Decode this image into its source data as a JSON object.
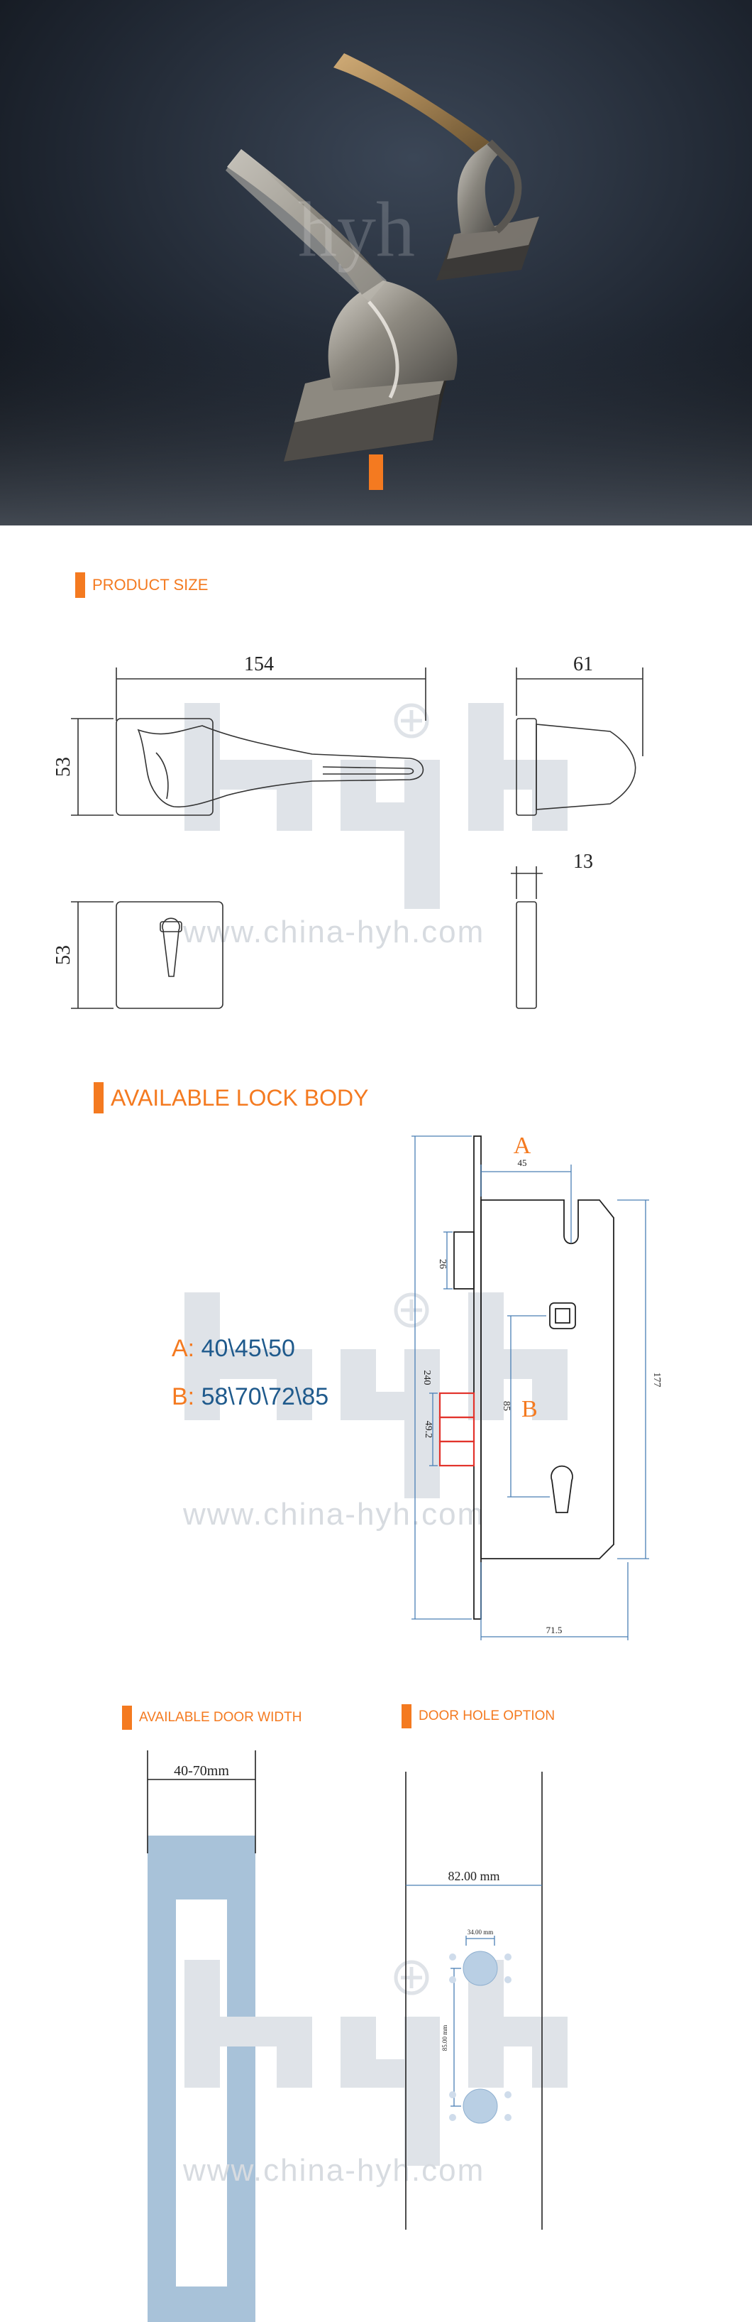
{
  "hero": {
    "watermark": "hyh",
    "description": "two lever door handles on square rose"
  },
  "colors": {
    "accent": "#f47a20",
    "blue_text": "#1f5a8c",
    "door_blue": "#a8c2d9"
  },
  "product_size": {
    "label": "PRODUCT SIZE",
    "dims": {
      "length": "154",
      "height": "53",
      "depth": "61",
      "rose_thickness": "13",
      "rose_height": "53"
    },
    "watermark_url": "www.china-hyh.com"
  },
  "lock_body": {
    "label": "AVAILABLE LOCK BODY",
    "spec_a_key": "A:",
    "spec_a_val": "40\\45\\50",
    "spec_b_key": "B:",
    "spec_b_val": "58\\70\\72\\85",
    "marker_a": "A",
    "marker_b": "B",
    "dims": {
      "backset": "45",
      "latch": "26",
      "faceplate": "240",
      "center": "85",
      "deadbolt": "49.2",
      "body_height": "177",
      "body_width": "71.5"
    },
    "watermark_url": "www.china-hyh.com"
  },
  "door_width": {
    "label": "AVAILABLE DOOR WIDTH",
    "range": "40-70mm"
  },
  "door_hole": {
    "label": "DOOR HOLE OPTION",
    "width": "82.00 mm",
    "hole_dia": "34.00 mm",
    "spacing": "85.00 mm"
  },
  "watermark_url_bottom": "www.china-hyh.com"
}
